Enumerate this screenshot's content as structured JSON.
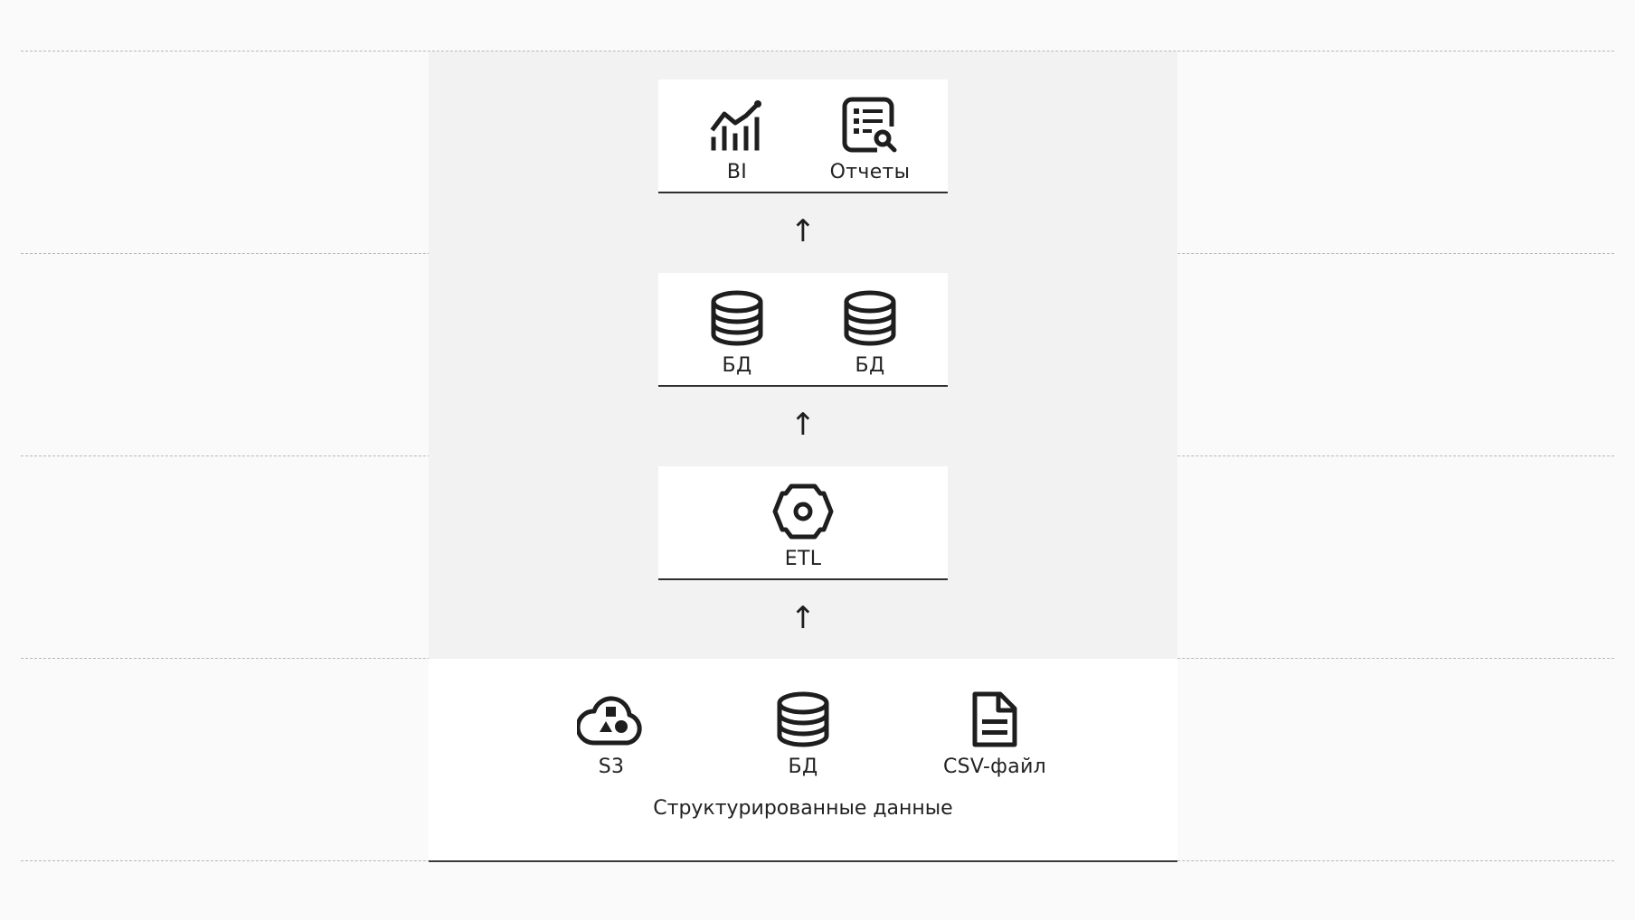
{
  "layers": {
    "consumers": {
      "items": [
        {
          "label": "BI",
          "icon": "chart-line-icon"
        },
        {
          "label": "Отчеты",
          "icon": "report-search-icon"
        }
      ]
    },
    "storage": {
      "items": [
        {
          "label": "БД",
          "icon": "database-icon"
        },
        {
          "label": "БД",
          "icon": "database-icon"
        }
      ]
    },
    "processing": {
      "items": [
        {
          "label": "ETL",
          "icon": "gear-hexagon-icon"
        }
      ]
    },
    "sources": {
      "caption": "Структурированные данные",
      "items": [
        {
          "label": "S3",
          "icon": "cloud-shapes-icon"
        },
        {
          "label": "БД",
          "icon": "database-icon"
        },
        {
          "label": "CSV-файл",
          "icon": "document-icon"
        }
      ]
    }
  },
  "arrow_glyph": "↑",
  "colors": {
    "background": "#fafafa",
    "pipeline_region": "#f2f2f2",
    "card": "#ffffff",
    "ink": "#1e1e1e"
  }
}
